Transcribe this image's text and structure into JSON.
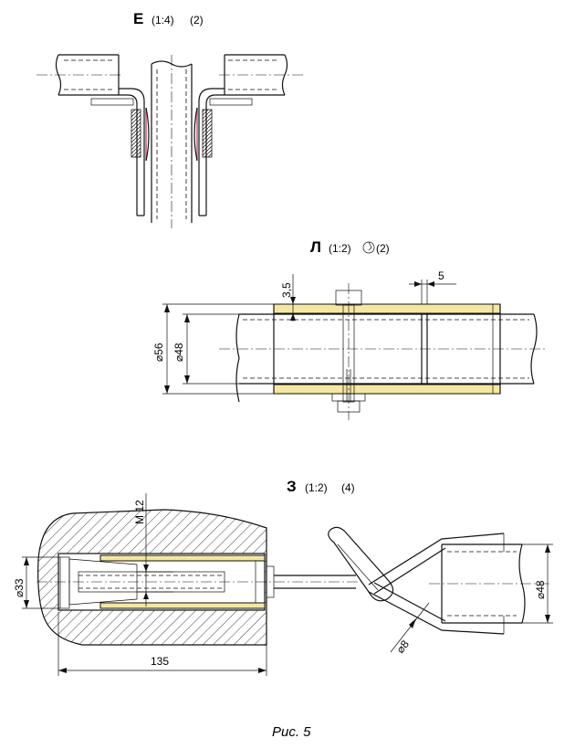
{
  "figure_caption": "Рис. 5",
  "section_e": {
    "letter": "Е",
    "scale": "(1:4)",
    "count": "(2)"
  },
  "section_l": {
    "letter": "Л",
    "scale": "(1:2)",
    "count": "(2)",
    "dim_wall": "3,5",
    "dim_gap": "5",
    "dim_outer": "⌀56",
    "dim_inner": "⌀48"
  },
  "section_z": {
    "letter": "З",
    "scale": "(1:2)",
    "count": "(4)",
    "dim_thread": "M 12",
    "dim_bore": "⌀33",
    "dim_length": "135",
    "dim_rod": "⌀8",
    "dim_tube": "⌀48"
  },
  "colors": {
    "tube_fill": "#f3e7a2",
    "accent": "#c0506a"
  }
}
